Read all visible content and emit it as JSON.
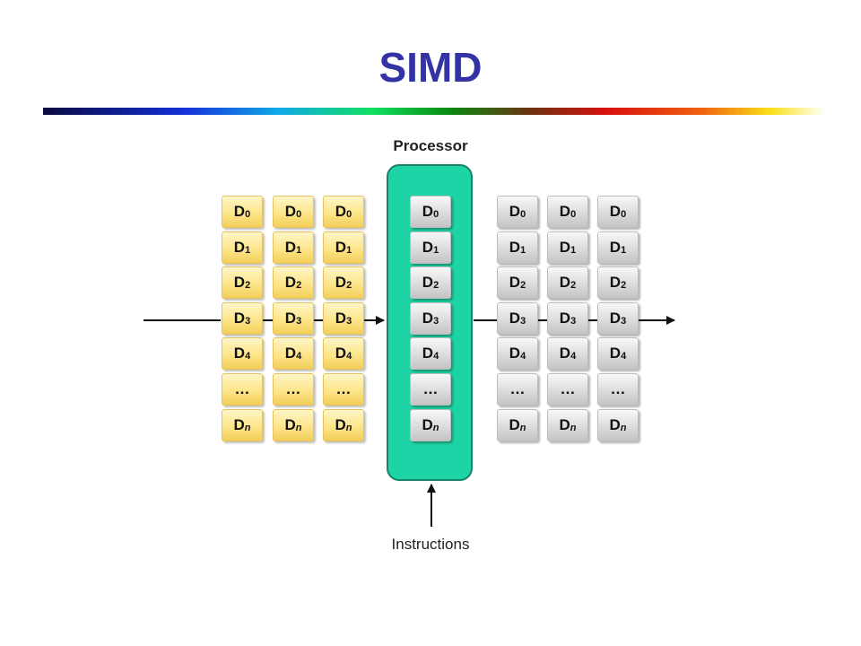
{
  "title": "SIMD",
  "processor_label": "Processor",
  "instructions_label": "Instructions",
  "colors": {
    "title": "#3333a6",
    "processor_fill": "#1ed3a5",
    "input_cells": "#fde58a",
    "output_cells": "#dcdcdc"
  },
  "cell_labels": [
    {
      "base": "D",
      "sub": "0"
    },
    {
      "base": "D",
      "sub": "1"
    },
    {
      "base": "D",
      "sub": "2"
    },
    {
      "base": "D",
      "sub": "3"
    },
    {
      "base": "D",
      "sub": "4"
    },
    {
      "base": "…",
      "sub": ""
    },
    {
      "base": "D",
      "sub": "n"
    }
  ],
  "columns": [
    {
      "group": "input",
      "style": "yellow"
    },
    {
      "group": "input",
      "style": "yellow"
    },
    {
      "group": "input",
      "style": "yellow"
    },
    {
      "group": "processor",
      "style": "gray"
    },
    {
      "group": "output",
      "style": "gray"
    },
    {
      "group": "output",
      "style": "gray"
    },
    {
      "group": "output",
      "style": "gray"
    }
  ]
}
